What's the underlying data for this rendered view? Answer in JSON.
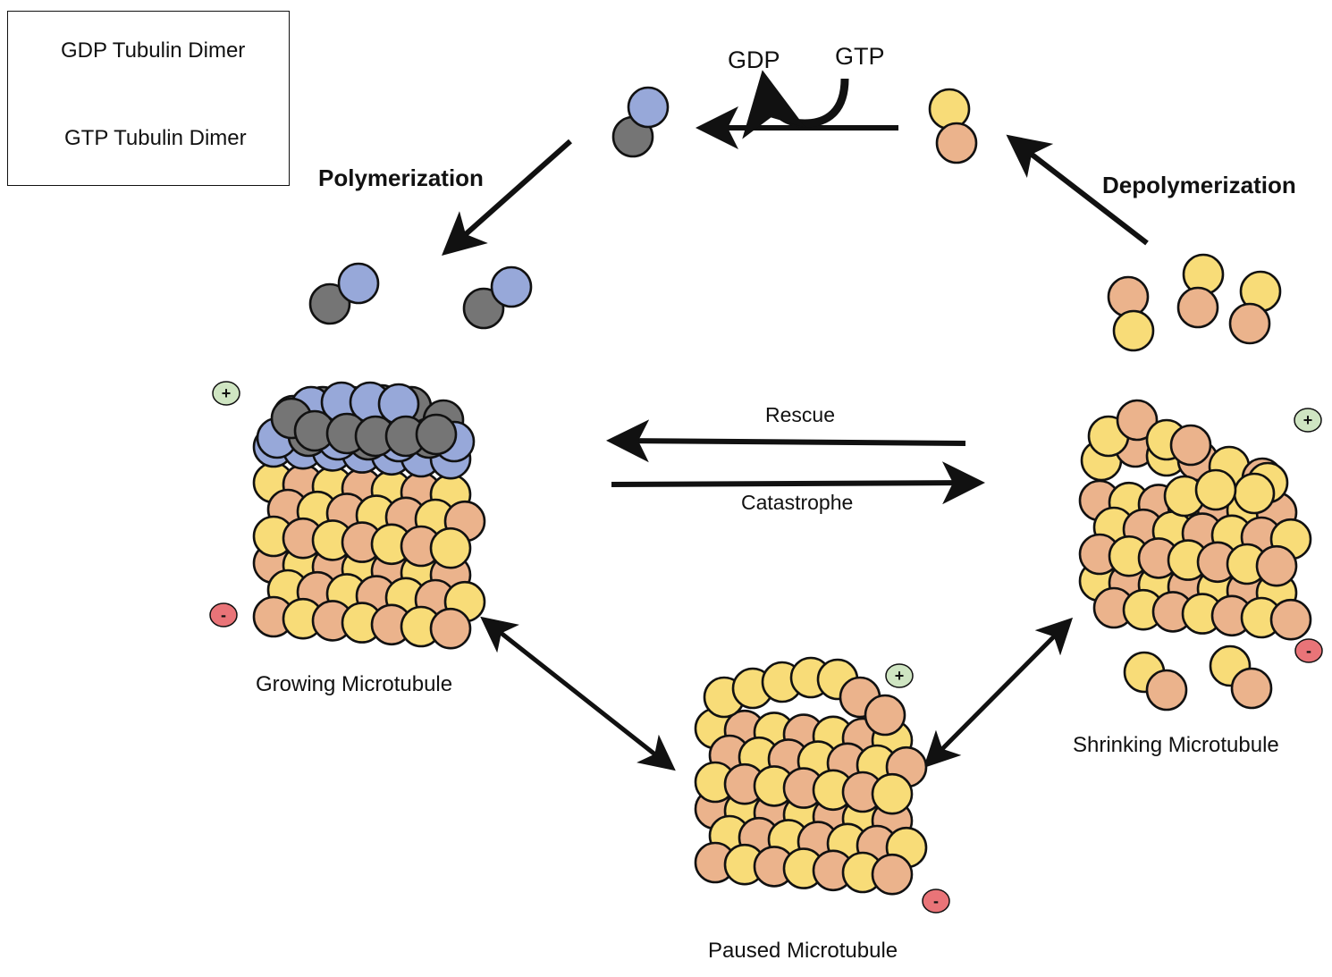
{
  "legend": {
    "gdp_label": "GDP Tubulin Dimer",
    "gtp_label": "GTP Tubulin Dimer"
  },
  "labels": {
    "gdp": "GDP",
    "gtp": "GTP",
    "polymerization": "Polymerization",
    "depolymerization": "Depolymerization",
    "rescue": "Rescue",
    "catastrophe": "Catastrophe",
    "growing": "Growing Microtubule",
    "shrinking": "Shrinking Microtubule",
    "paused": "Paused Microtubule",
    "plus": "+",
    "minus": "-"
  },
  "colors": {
    "gdp_yellow": "#f8dc78",
    "gdp_orange": "#ebb38c",
    "gtp_blue": "#97a8d9",
    "gtp_gray": "#757575",
    "plus_fill": "#cfe5c2",
    "minus_fill": "#e97478",
    "outline": "#111111"
  }
}
